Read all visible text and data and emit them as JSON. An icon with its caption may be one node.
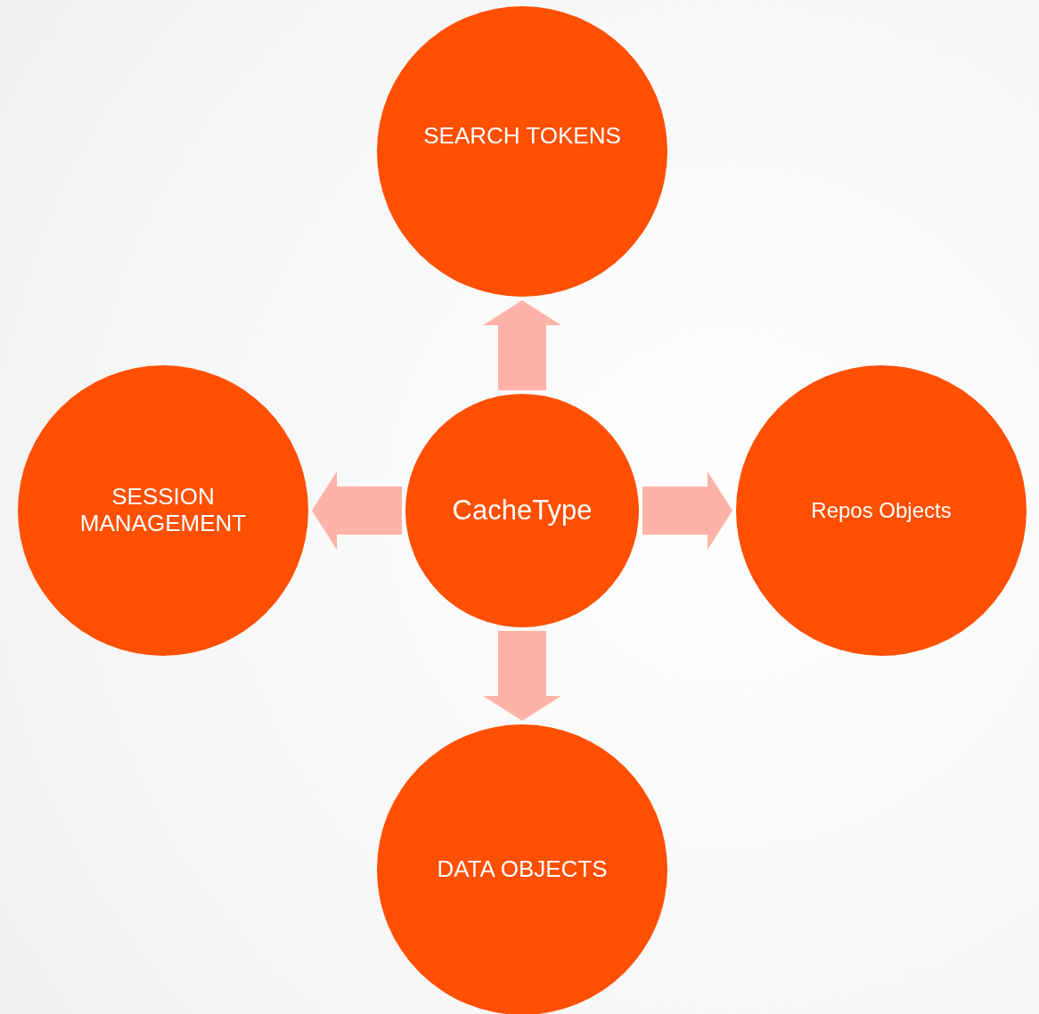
{
  "diagram": {
    "nodes": [
      {
        "text": [
          "CacheType"
        ]
      },
      {
        "text": [
          "SEARCH TOKENS"
        ]
      },
      {
        "text": [
          "SESSION MANAGEMENT"
        ]
      },
      {
        "text": [
          "Repos Objects"
        ]
      },
      {
        "text": [
          "DATA OBJECTS"
        ]
      }
    ],
    "edges": [
      {
        "from": 0,
        "to": 1,
        "arrow": "to"
      },
      {
        "from": 0,
        "to": 2,
        "arrow": "to"
      },
      {
        "from": 0,
        "to": 3,
        "arrow": "to"
      },
      {
        "from": 0,
        "to": 4,
        "arrow": "to"
      }
    ]
  }
}
